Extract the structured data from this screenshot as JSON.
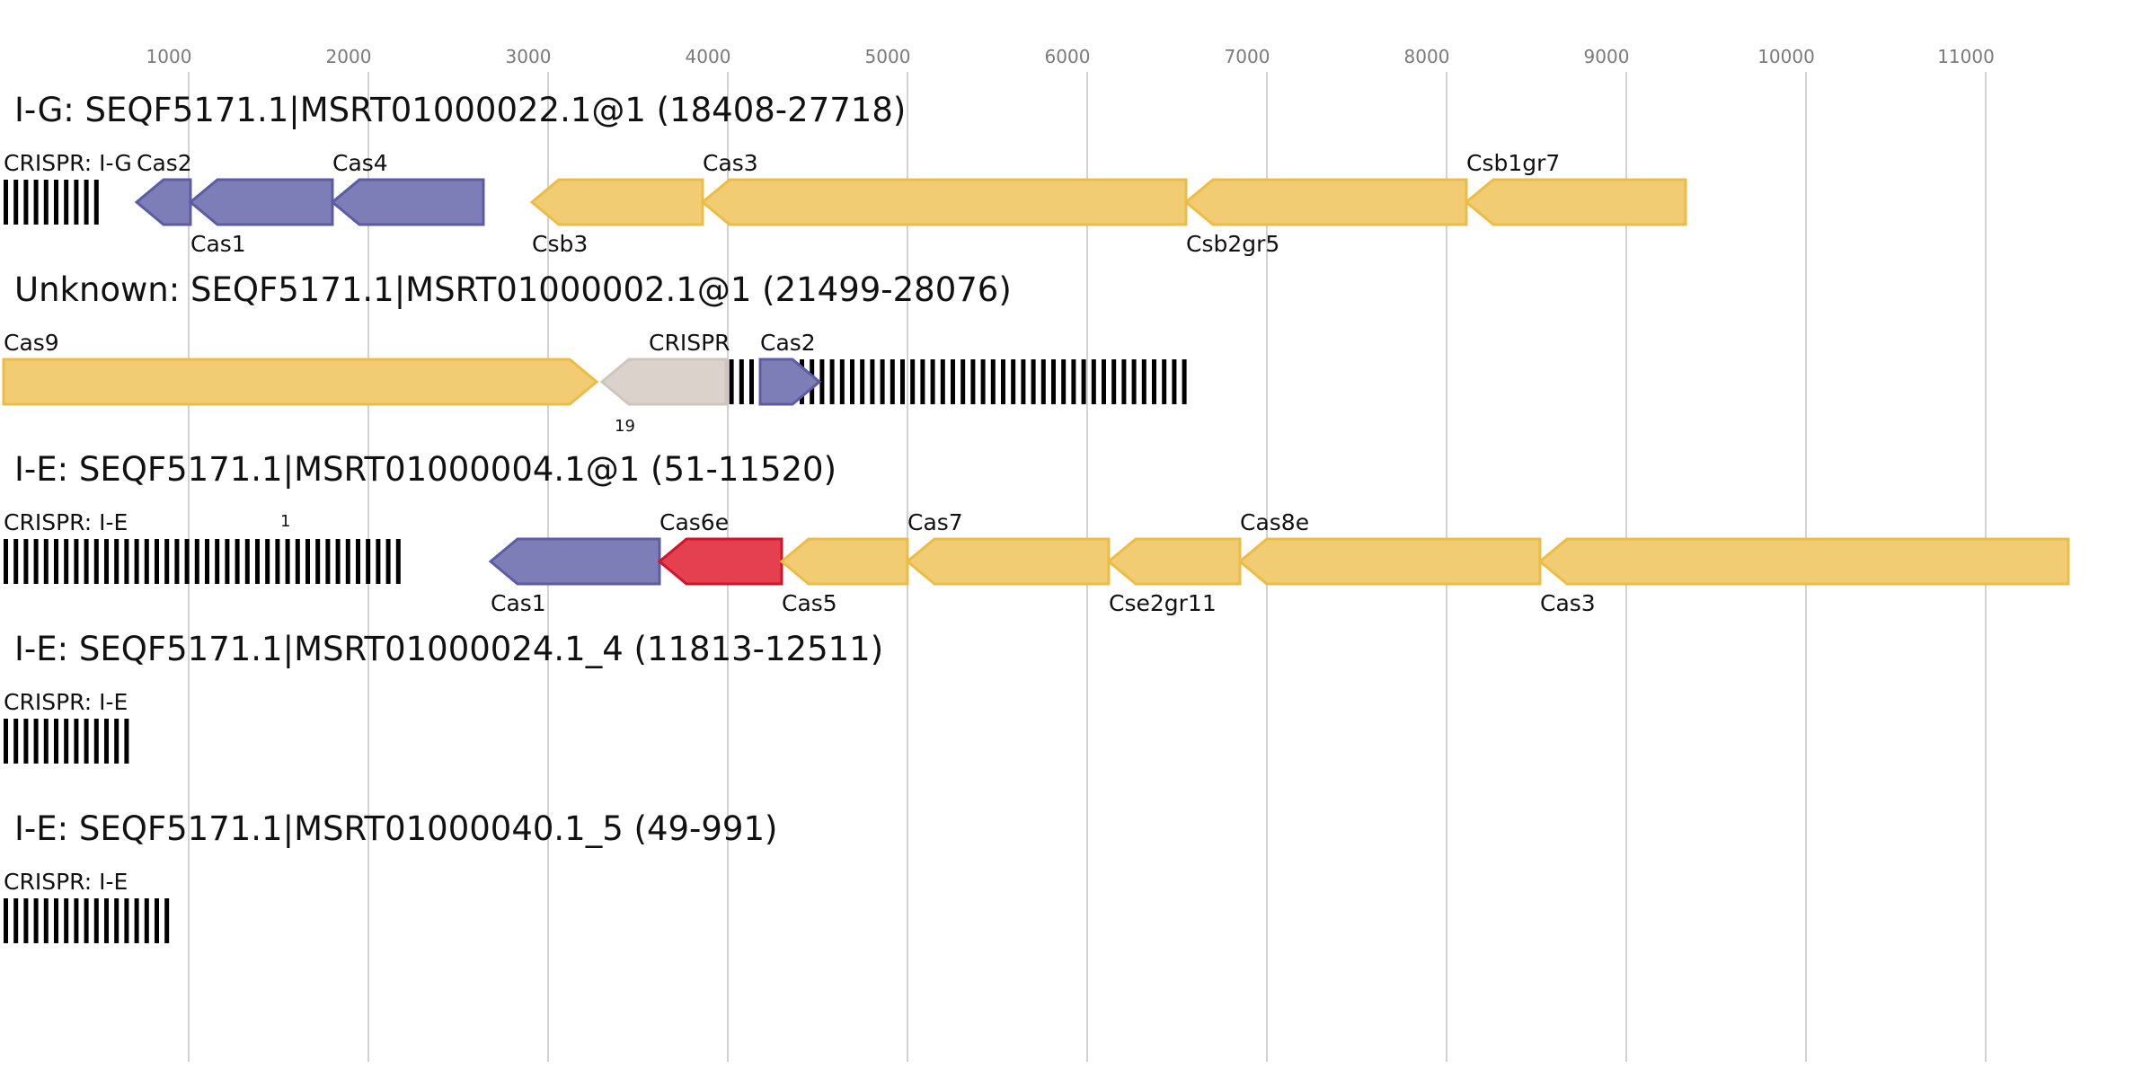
{
  "colors": {
    "gridline": "#c4c4c4",
    "axis_text": "#7a7a7a",
    "yellow_fill": "#f2cc73",
    "yellow_stroke": "#eebb45",
    "blue_fill": "#7d7db8",
    "blue_stroke": "#5b5ba6",
    "red_fill": "#e54050",
    "red_stroke": "#d0152b",
    "grey_fill": "#dcd2cc",
    "grey_stroke": "#cfc5bf",
    "crispr": "#000000"
  },
  "axis": {
    "ticks": [
      "1000",
      "2000",
      "3000",
      "4000",
      "5000",
      "6000",
      "7000",
      "8000",
      "9000",
      "10000",
      "11000"
    ]
  },
  "loci": [
    {
      "title": "I-G: SEQF5171.1|MSRT01000022.1@1 (18408-27718)",
      "crisprs": [
        {
          "label": "CRISPR: I-G",
          "start": -30,
          "end": 510
        }
      ],
      "genes": [
        {
          "label": "Cas2",
          "start": 710,
          "end": 1010,
          "strand": "-",
          "color": "blue",
          "label_pos": "above"
        },
        {
          "label": "Cas1",
          "start": 1010,
          "end": 1800,
          "strand": "-",
          "color": "blue",
          "label_pos": "below"
        },
        {
          "label": "Cas4",
          "start": 1800,
          "end": 2640,
          "strand": "-",
          "color": "blue",
          "label_pos": "above"
        },
        {
          "label": "Csb3",
          "start": 2910,
          "end": 3860,
          "strand": "-",
          "color": "yellow",
          "label_pos": "below"
        },
        {
          "label": "Cas3",
          "start": 3860,
          "end": 6550,
          "strand": "-",
          "color": "yellow",
          "label_pos": "above"
        },
        {
          "label": "Csb2gr5",
          "start": 6550,
          "end": 8110,
          "strand": "-",
          "color": "yellow",
          "label_pos": "below"
        },
        {
          "label": "Csb1gr7",
          "start": 8110,
          "end": 9330,
          "strand": "-",
          "color": "yellow",
          "label_pos": "above"
        }
      ],
      "markers": []
    },
    {
      "title": "Unknown: SEQF5171.1|MSRT01000002.1@1 (21499-28076)",
      "crisprs": [
        {
          "label": "CRISPR",
          "start": 3560,
          "end": 6600
        }
      ],
      "genes": [
        {
          "label": "Cas9",
          "start": -30,
          "end": 3270,
          "strand": "+",
          "color": "yellow",
          "label_pos": "above"
        },
        {
          "label": "",
          "start": 3300,
          "end": 3990,
          "strand": "-",
          "color": "grey",
          "label_pos": "above"
        },
        {
          "label": "Cas2",
          "start": 4180,
          "end": 4510,
          "strand": "+",
          "color": "blue",
          "label_pos": "above"
        }
      ],
      "markers": [
        {
          "text": "19",
          "pos": 3370
        }
      ]
    },
    {
      "title": "I-E: SEQF5171.1|MSRT01000004.1@1 (51-11520)",
      "crisprs": [
        {
          "label": "CRISPR: I-E",
          "start": -30,
          "end": 2190
        }
      ],
      "genes": [
        {
          "label": "Cas1",
          "start": 2680,
          "end": 3620,
          "strand": "-",
          "color": "blue",
          "label_pos": "below"
        },
        {
          "label": "Cas6e",
          "start": 3620,
          "end": 4300,
          "strand": "-",
          "color": "red",
          "label_pos": "above"
        },
        {
          "label": "Cas5",
          "start": 4300,
          "end": 5000,
          "strand": "-",
          "color": "yellow",
          "label_pos": "below"
        },
        {
          "label": "Cas7",
          "start": 5000,
          "end": 6120,
          "strand": "-",
          "color": "yellow",
          "label_pos": "above"
        },
        {
          "label": "Cse2gr11",
          "start": 6120,
          "end": 6850,
          "strand": "-",
          "color": "yellow",
          "label_pos": "below"
        },
        {
          "label": "Cas8e",
          "start": 6850,
          "end": 8520,
          "strand": "-",
          "color": "yellow",
          "label_pos": "above"
        },
        {
          "label": "Cas3",
          "start": 8520,
          "end": 11460,
          "strand": "-",
          "color": "yellow",
          "label_pos": "below"
        }
      ],
      "markers": [
        {
          "text": "1",
          "pos": 1510
        }
      ]
    },
    {
      "title": "I-E: SEQF5171.1|MSRT01000024.1_4 (11813-12511)",
      "crisprs": [
        {
          "label": "CRISPR: I-E",
          "start": -30,
          "end": 670
        }
      ],
      "genes": [],
      "markers": []
    },
    {
      "title": "I-E: SEQF5171.1|MSRT01000040.1_5 (49-991)",
      "crisprs": [
        {
          "label": "CRISPR: I-E",
          "start": -30,
          "end": 920
        }
      ],
      "genes": [],
      "markers": []
    }
  ]
}
